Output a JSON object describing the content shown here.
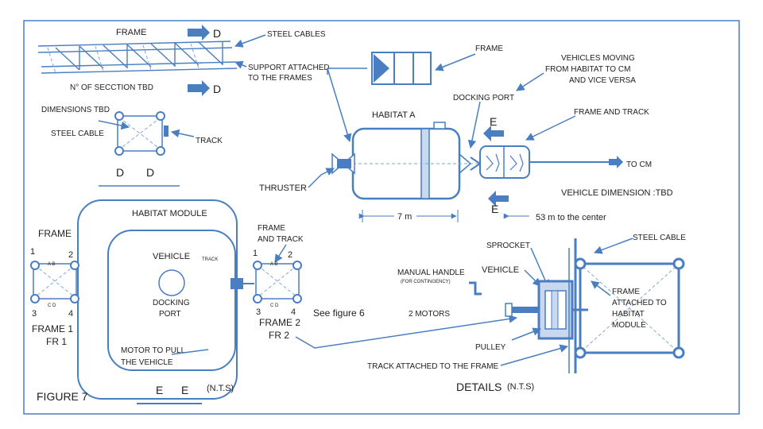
{
  "labels": {
    "frame_top": "FRAME",
    "d_top": "D",
    "n_of_section": "N° OF SECCTION TBD",
    "d_mid": "D",
    "dimensions": "DIMENSIONS TBD",
    "steel_cable_left": "STEEL CABLE",
    "track_left": "TRACK",
    "d_left1": "D",
    "d_left2": "D",
    "steel_cables": "STEEL CABLES",
    "support_attached_1": "SUPPORT ATTACHED",
    "support_attached_2": "TO THE FRAMES",
    "frame_right": "FRAME",
    "vehicles_moving_1": "VEHICLES MOVING",
    "vehicles_moving_2": "FROM HABITAT TO CM",
    "vehicles_moving_3": "AND VICE VERSA",
    "docking_port_top": "DOCKING PORT",
    "habitat_a": "HABITAT A",
    "frame_and_track": "FRAME AND TRACK",
    "e_top": "E",
    "to_cm": "TO CM",
    "thruster": "THRUSTER",
    "vehicle_dimension": "VEHICLE DIMENSION :TBD",
    "e_bottom": "E",
    "seven_m": "7 m",
    "fifty_three_m": "53 m to the center",
    "habitat_module": "HABITAT MODULE",
    "frame_and_track_mid_1": "FRAME",
    "frame_and_track_mid_2": "AND TRACK",
    "frame_left": "FRAME",
    "vehicle_mid": "VEHICLE",
    "track_mid": "TRACK",
    "docking_port_mid_1": "DOCKING",
    "docking_port_mid_2": "PORT",
    "motor_to_pull_1": "MOTOR TO PULL",
    "motor_to_pull_2": "THE VEHICLE",
    "e_left": "E",
    "e_right": "E",
    "nts_left": "(N.T.S)",
    "figure_7": "FIGURE 7",
    "frame_1_a": "FRAME 1",
    "frame_1_b": "FR 1",
    "frame_2_a": "FRAME 2",
    "frame_2_b": "FR 2",
    "see_figure_6": "See figure 6",
    "n1": "1",
    "n2": "2",
    "n3": "3",
    "n4": "4",
    "ab": "A  B",
    "cd": "C  D",
    "sprocket": "SPROCKET",
    "steel_cable_right": "STEEL CABLE",
    "manual_handle": "MANUAL HANDLE",
    "for_contingency": "(FOR CONTINGENCY)",
    "vehicle_right": "VEHICLE",
    "two_motors": "2 MOTORS",
    "frame_attached_1": "FRAME",
    "frame_attached_2": "ATTACHED TO",
    "frame_attached_3": "HABITAT",
    "frame_attached_4": "MODULE",
    "pulley": "PULLEY",
    "track_attached": "TRACK ATTACHED TO THE FRAME",
    "details": "DETAILS",
    "nts_right": "(N.T.S)"
  },
  "colors": {
    "accent": "#4a7ec2",
    "fill_light": "#c9d8ee",
    "text": "#1f1f1f"
  }
}
